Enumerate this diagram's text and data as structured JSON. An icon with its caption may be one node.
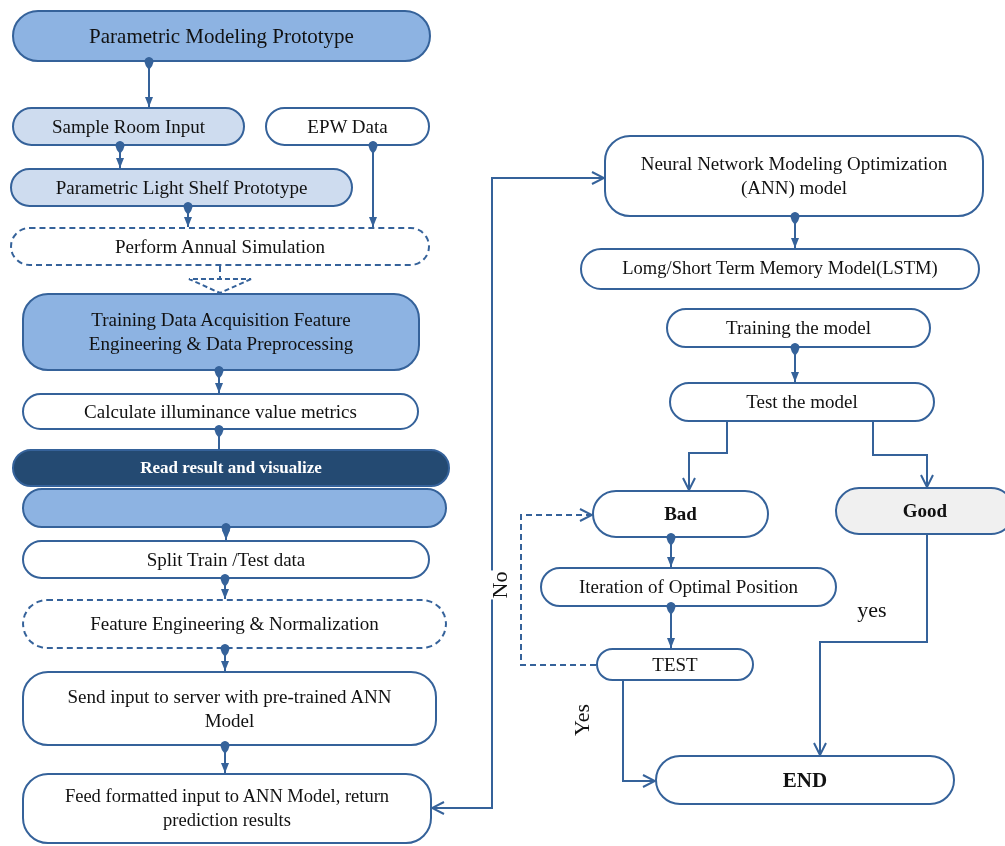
{
  "diagram": {
    "nodes": [
      {
        "text": [
          "Parametric Modeling Prototype"
        ]
      },
      {
        "text": [
          "Sample Room Input"
        ]
      },
      {
        "text": [
          "EPW Data"
        ]
      },
      {
        "text": [
          "Parametric Light Shelf Prototype"
        ]
      },
      {
        "text": [
          "Perform Annual Simulation"
        ]
      },
      {
        "text": [
          "Training Data Acquisition Feature Engineering & Data Preprocessing"
        ]
      },
      {
        "text": [
          "Calculate illuminance value metrics"
        ]
      },
      {
        "text": [
          "Read result and visualize"
        ]
      },
      {
        "text": [],
        "shape": "box"
      },
      {
        "text": [
          "Split Train /Test data"
        ]
      },
      {
        "text": [
          "Feature Engineering & Normalization"
        ]
      },
      {
        "text": [
          "Send input to server with pre-trained ANN Model"
        ]
      },
      {
        "text": [
          "Feed formatted input to ANN Model, return prediction results"
        ]
      },
      {
        "text": [
          "Neural Network Modeling Optimization (ANN) model"
        ]
      },
      {
        "text": [
          "Lomg/Short Term Memory Model(LSTM)"
        ]
      },
      {
        "text": [
          "Training the model"
        ]
      },
      {
        "text": [
          "Test the model"
        ]
      },
      {
        "text": [
          "Bad"
        ]
      },
      {
        "text": [
          "Good"
        ]
      },
      {
        "text": [
          "Iteration of Optimal Position"
        ]
      },
      {
        "text": [
          "TEST"
        ]
      },
      {
        "text": [
          "END"
        ]
      }
    ],
    "edges": [
      {
        "from": 0,
        "to": 1,
        "arrow": "to"
      },
      {
        "from": 1,
        "to": 3,
        "arrow": "to"
      },
      {
        "from": 2,
        "to": 4,
        "arrow": "to"
      },
      {
        "from": 3,
        "to": 4,
        "arrow": "to"
      },
      {
        "from": 4,
        "to": 5,
        "arrow": "to",
        "style": "dashed"
      },
      {
        "from": 5,
        "to": 6,
        "arrow": "to"
      },
      {
        "from": 6,
        "to": 7,
        "arrow": "other"
      },
      {
        "from": 8,
        "to": 9,
        "arrow": "to"
      },
      {
        "from": 9,
        "to": 10,
        "arrow": "to"
      },
      {
        "from": 10,
        "to": 11,
        "arrow": "to"
      },
      {
        "from": 11,
        "to": 12,
        "arrow": "to"
      },
      {
        "from": 12,
        "to": 13,
        "arrow": "both"
      },
      {
        "from": 13,
        "to": 14,
        "arrow": "to"
      },
      {
        "from": 15,
        "to": 16,
        "arrow": "to"
      },
      {
        "from": 16,
        "to": 17,
        "arrow": "to"
      },
      {
        "from": 16,
        "to": 18,
        "arrow": "to"
      },
      {
        "from": 17,
        "to": 19,
        "arrow": "to"
      },
      {
        "from": 19,
        "to": 20,
        "arrow": "to"
      },
      {
        "from": 20,
        "to": 17,
        "arrow": "to",
        "label": "No",
        "style": "dashed"
      },
      {
        "from": 20,
        "to": 21,
        "arrow": "to",
        "label": "Yes"
      },
      {
        "from": 18,
        "to": 21,
        "arrow": "to",
        "label": "yes"
      }
    ]
  }
}
